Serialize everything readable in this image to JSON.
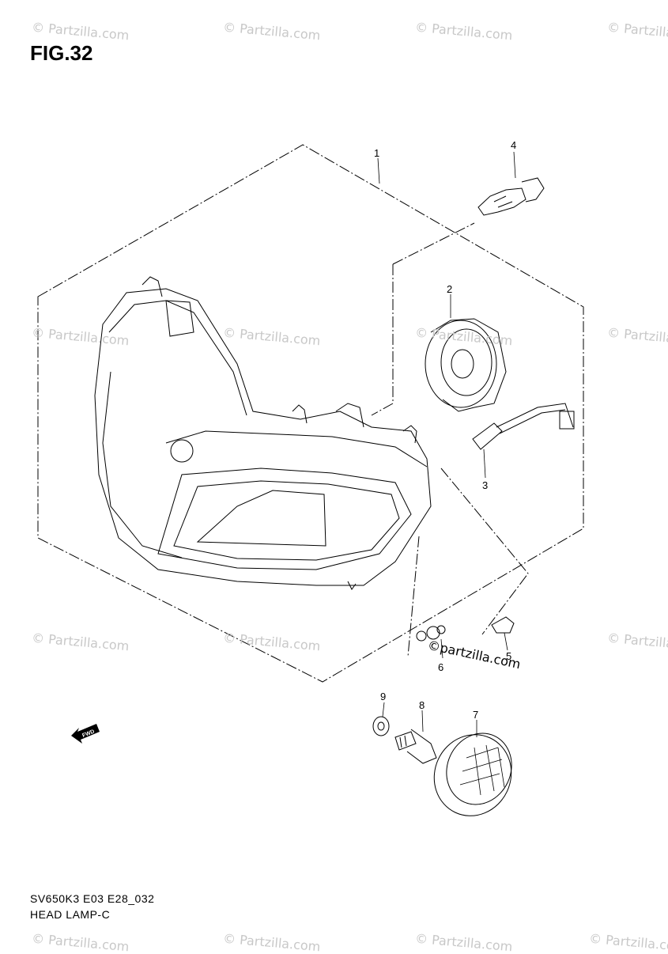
{
  "figure": {
    "title": "FIG.32",
    "code": "SV650K3 E03 E28_032",
    "description": "HEAD LAMP-C"
  },
  "callouts": [
    "1",
    "2",
    "3",
    "4",
    "5",
    "6",
    "7",
    "8",
    "9"
  ],
  "watermark": {
    "text": "© Partzilla.com",
    "inline_text": "©partzilla.com"
  },
  "fwd_label": "FWD",
  "colors": {
    "line": "#000000",
    "watermark": "#c8c8c8"
  }
}
